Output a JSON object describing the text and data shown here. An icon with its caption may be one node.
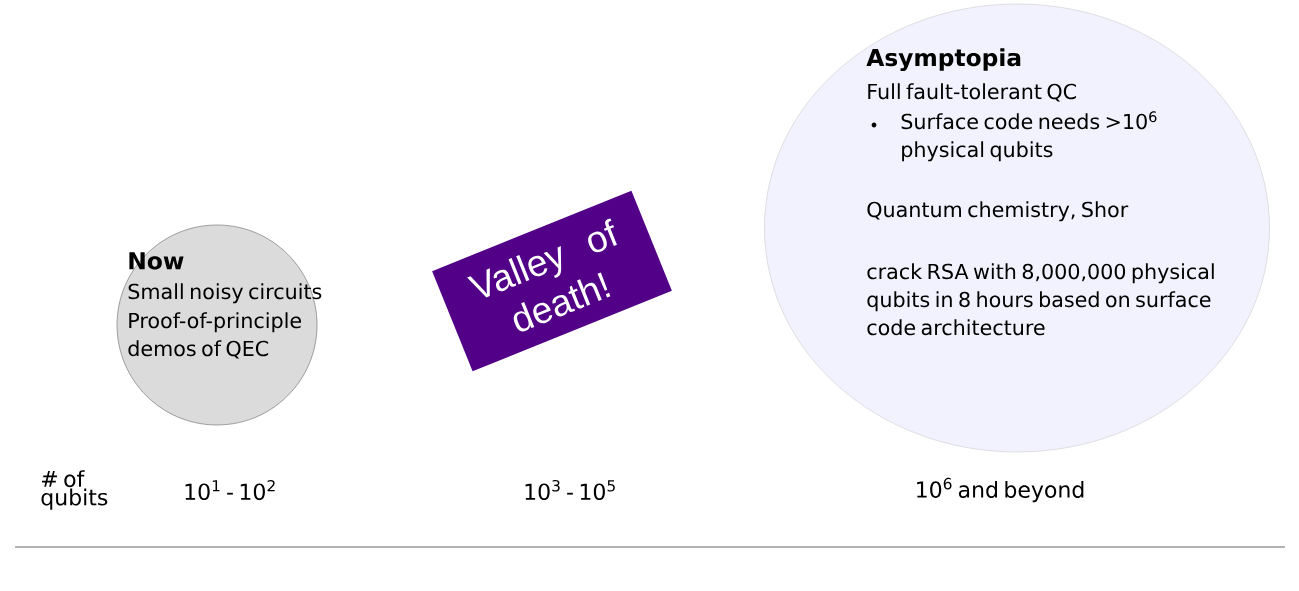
{
  "diagram": {
    "nodes": [
      {
        "text": [
          "Now",
          "Small noisy circuits",
          "Proof-of-principle demos of QEC"
        ]
      },
      {
        "text": [
          "Valley of death!"
        ]
      },
      {
        "text": [
          "Asymptopia",
          "Full fault-tolerant QC",
          "Surface code needs >10$^{6}$ physical qubits",
          "Quantum chemistry, Shor",
          "crack RSA with 8,000,000 physical qubits in 8 hours based on surface code architecture"
        ]
      }
    ],
    "labels": [
      "# of qubits",
      "10$^{1}$ - 10$^{2}$",
      "10$^{3}$ - 10$^{5}$",
      "10$^{6}$ and beyond"
    ]
  }
}
